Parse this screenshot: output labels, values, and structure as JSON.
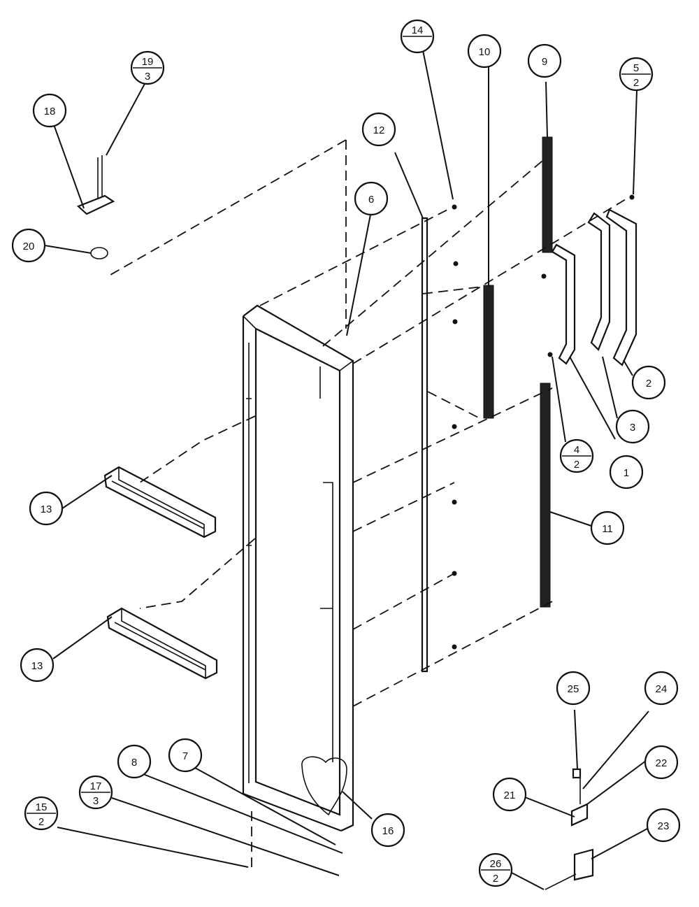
{
  "callouts": [
    {
      "id": "c18",
      "label": "18"
    },
    {
      "id": "c19",
      "top": "19",
      "bottom": "3"
    },
    {
      "id": "c20",
      "label": "20"
    },
    {
      "id": "c14",
      "top": "14",
      "bottom": ""
    },
    {
      "id": "c10",
      "label": "10"
    },
    {
      "id": "c9",
      "label": "9"
    },
    {
      "id": "c5a",
      "top": "5",
      "bottom": "2"
    },
    {
      "id": "c12",
      "label": "12"
    },
    {
      "id": "c6",
      "label": "6"
    },
    {
      "id": "c2",
      "label": "2"
    },
    {
      "id": "c3",
      "label": "3"
    },
    {
      "id": "c4",
      "top": "4",
      "bottom": "2"
    },
    {
      "id": "c1",
      "label": "1"
    },
    {
      "id": "c11",
      "label": "11"
    },
    {
      "id": "c13a",
      "label": "13"
    },
    {
      "id": "c13b",
      "label": "13"
    },
    {
      "id": "c8",
      "label": "8"
    },
    {
      "id": "c7",
      "label": "7"
    },
    {
      "id": "c17",
      "top": "17",
      "bottom": "3"
    },
    {
      "id": "c15",
      "top": "15",
      "bottom": "2"
    },
    {
      "id": "c16",
      "label": "16"
    },
    {
      "id": "c25",
      "label": "25"
    },
    {
      "id": "c24",
      "label": "24"
    },
    {
      "id": "c22",
      "label": "22"
    },
    {
      "id": "c21",
      "label": "21"
    },
    {
      "id": "c23",
      "label": "23"
    },
    {
      "id": "c26",
      "top": "26",
      "bottom": "2"
    }
  ]
}
